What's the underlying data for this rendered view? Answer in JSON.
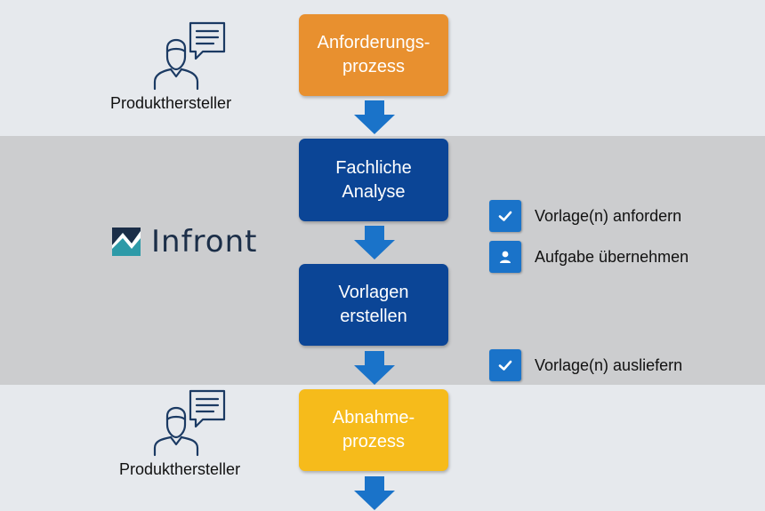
{
  "actors": {
    "top_label": "Produkthersteller",
    "bottom_label": "Produkthersteller"
  },
  "logo": {
    "text": "Infront"
  },
  "steps": [
    {
      "label": "Anforderungs-\nprozess",
      "color": "#e8902f"
    },
    {
      "label": "Fachliche\nAnalyse",
      "color": "#0b4596"
    },
    {
      "label": "Vorlagen\nerstellen",
      "color": "#0b4596"
    },
    {
      "label": "Abnahme-\nprozess",
      "color": "#f6bb1b"
    }
  ],
  "actions": [
    {
      "icon": "checkmark-icon",
      "label": "Vorlage(n) anfordern"
    },
    {
      "icon": "person-icon",
      "label": "Aufgabe übernehmen"
    },
    {
      "icon": "checkmark-icon",
      "label": "Vorlage(n) ausliefern"
    }
  ],
  "colors": {
    "band_light": "#e6e9ed",
    "band_gray": "#cccdcf",
    "arrow": "#1a73c9",
    "icon_dark": "#1b3a63"
  }
}
